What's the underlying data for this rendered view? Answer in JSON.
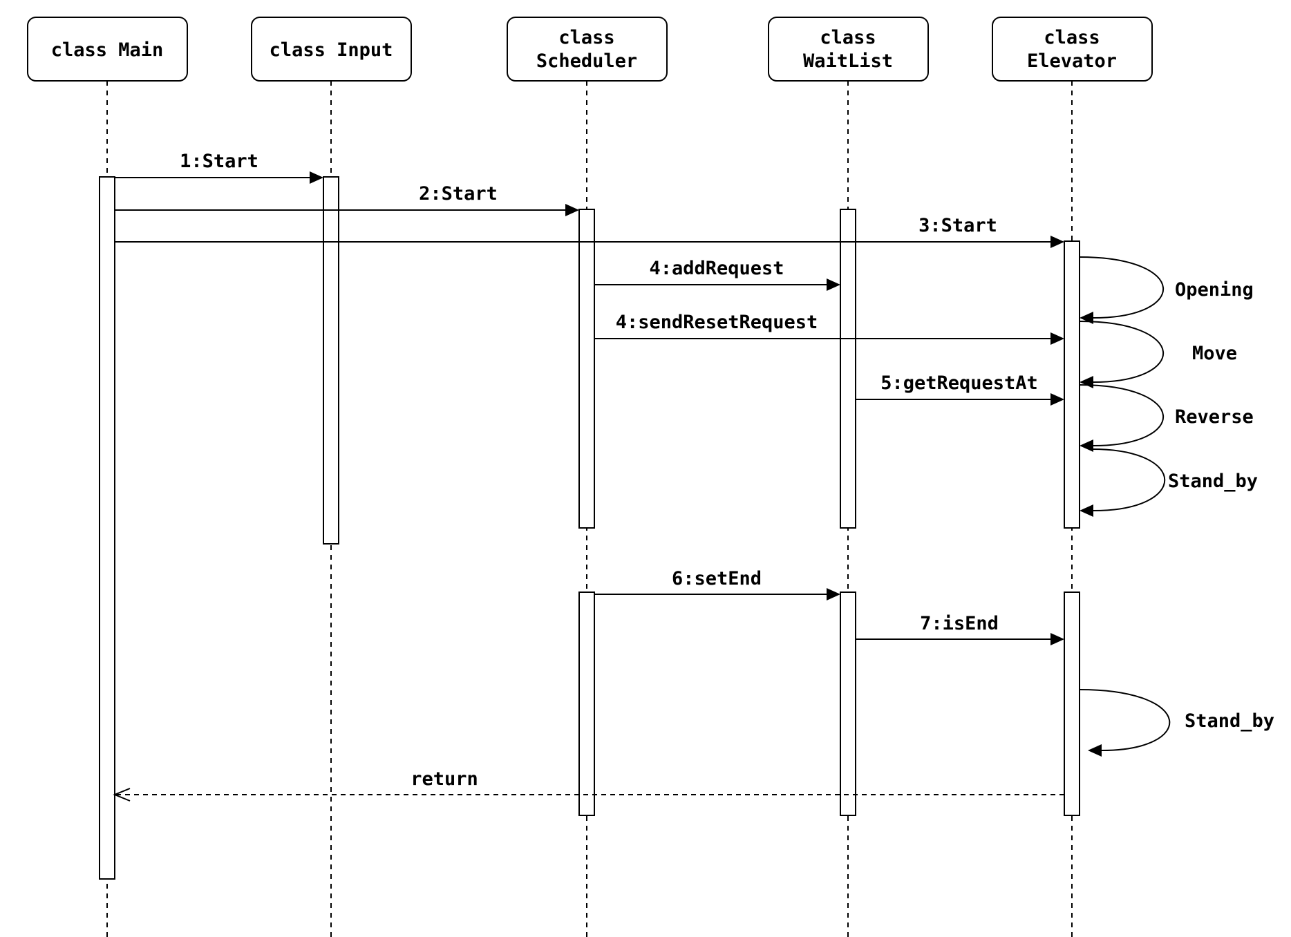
{
  "lifelines": [
    {
      "id": "main",
      "lines": [
        "class Main"
      ]
    },
    {
      "id": "input",
      "lines": [
        "class Input"
      ]
    },
    {
      "id": "scheduler",
      "lines": [
        "class",
        "Scheduler"
      ]
    },
    {
      "id": "waitlist",
      "lines": [
        "class",
        "WaitList"
      ]
    },
    {
      "id": "elevator",
      "lines": [
        "class",
        "Elevator"
      ]
    }
  ],
  "messages": [
    {
      "id": "m1",
      "label": "1:Start",
      "from": "main",
      "to": "input"
    },
    {
      "id": "m2",
      "label": "2:Start",
      "from": "main",
      "to": "scheduler"
    },
    {
      "id": "m3",
      "label": "3:Start",
      "from": "main",
      "to": "elevator"
    },
    {
      "id": "m4a",
      "label": "4:addRequest",
      "from": "scheduler",
      "to": "waitlist"
    },
    {
      "id": "m4b",
      "label": "4:sendResetRequest",
      "from": "scheduler",
      "to": "elevator"
    },
    {
      "id": "m5",
      "label": "5:getRequestAt",
      "from": "waitlist",
      "to": "elevator"
    },
    {
      "id": "m6",
      "label": "6:setEnd",
      "from": "scheduler",
      "to": "waitlist"
    },
    {
      "id": "m7",
      "label": "7:isEnd",
      "from": "waitlist",
      "to": "elevator"
    },
    {
      "id": "ret",
      "label": "return",
      "from": "elevator",
      "to": "main",
      "kind": "return"
    }
  ],
  "self_messages": [
    {
      "id": "s1",
      "label": "Opening",
      "on": "elevator"
    },
    {
      "id": "s2",
      "label": "Move",
      "on": "elevator"
    },
    {
      "id": "s3",
      "label": "Reverse",
      "on": "elevator"
    },
    {
      "id": "s4",
      "label": "Stand_by",
      "on": "elevator"
    },
    {
      "id": "s5",
      "label": "Stand_by",
      "on": "elevator"
    }
  ]
}
